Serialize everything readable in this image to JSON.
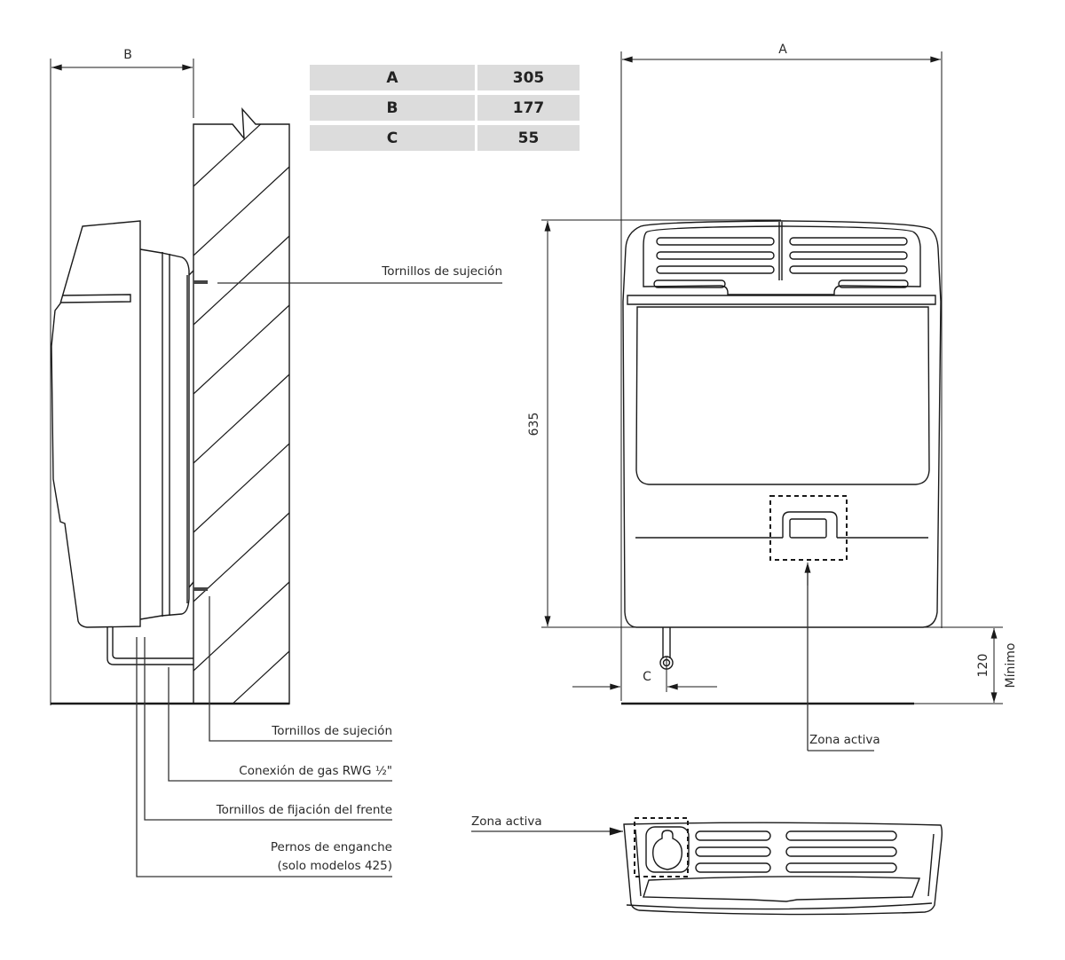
{
  "dimension_table": {
    "rows": [
      {
        "key": "A",
        "value": "305"
      },
      {
        "key": "B",
        "value": "177"
      },
      {
        "key": "C",
        "value": "55"
      }
    ]
  },
  "side_view": {
    "dim_b_label": "B",
    "callouts": {
      "tornillos_top": "Tornillos de sujeción",
      "tornillos_bottom": "Tornillos de sujeción",
      "conexion_gas": "Conexión de gas RWG ½\"",
      "tornillos_frente": "Tornillos de fijación del frente",
      "pernos_line1": "Pernos de enganche",
      "pernos_line2": "(solo modelos 425)"
    }
  },
  "front_view": {
    "dim_a_label": "A",
    "dim_height_label": "635",
    "dim_c_label": "C",
    "dim_min_value": "120",
    "dim_min_label": "Mínimo",
    "zona_activa_label": "Zona activa"
  },
  "top_view": {
    "zona_activa_label": "Zona activa"
  },
  "colors": {
    "line": "#1a1a1a",
    "table_bg": "#dcdcdc",
    "text": "#2a2a2a"
  }
}
